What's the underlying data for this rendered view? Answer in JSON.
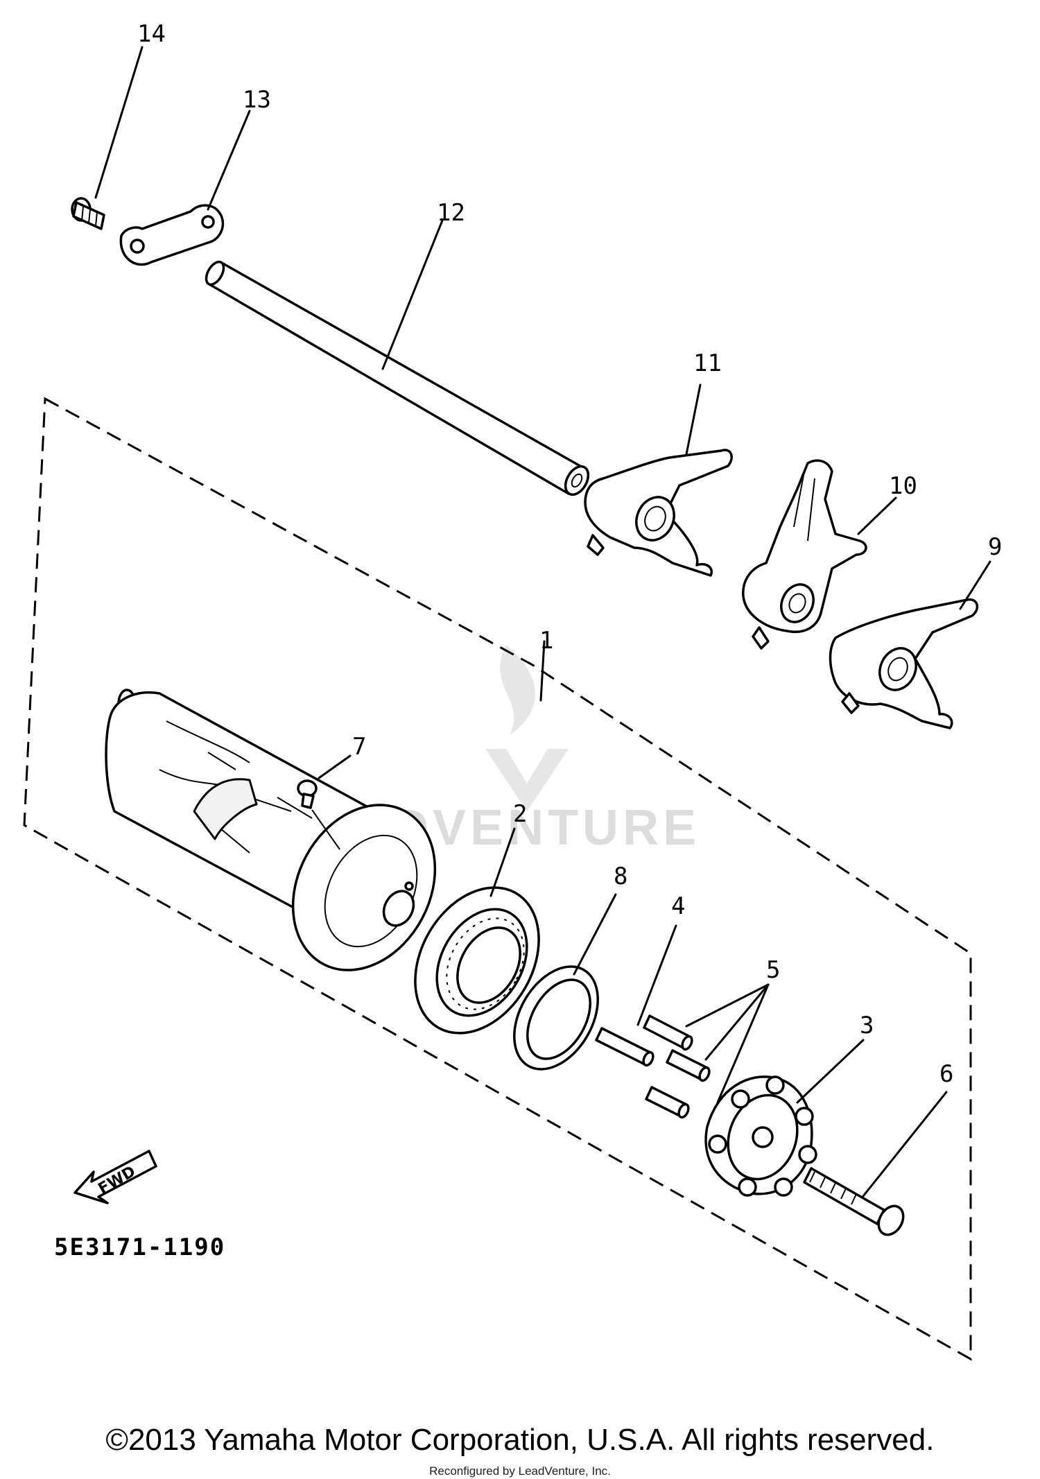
{
  "callouts": {
    "c1": "1",
    "c2": "2",
    "c3": "3",
    "c4": "4",
    "c5": "5",
    "c6": "6",
    "c7": "7",
    "c8": "8",
    "c9": "9",
    "c10": "10",
    "c11": "11",
    "c12": "12",
    "c13": "13",
    "c14": "14"
  },
  "diagram_code": "5E3171-1190",
  "direction_badge": "FWD",
  "watermark": "LEADVENTURE",
  "copyright": "©2013 Yamaha Motor Corporation, U.S.A. All rights reserved.",
  "credit": "Reconfigured by LeadVenture, Inc."
}
